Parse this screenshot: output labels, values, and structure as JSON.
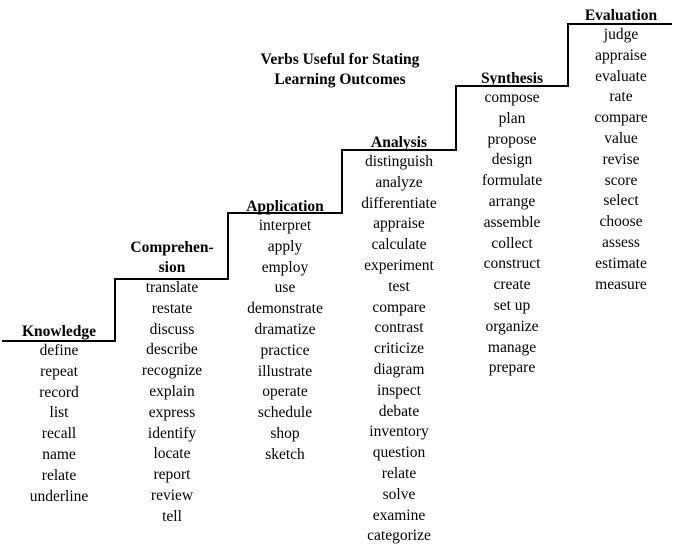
{
  "title_lines": [
    "Verbs Useful for Stating",
    "Learning Outcomes"
  ],
  "levels": [
    {
      "heading": "Knowledge",
      "verbs": [
        "define",
        "repeat",
        "record",
        "list",
        "recall",
        "name",
        "relate",
        "underline"
      ]
    },
    {
      "heading_lines": [
        "Comprehen-",
        "sion"
      ],
      "verbs": [
        "translate",
        "restate",
        "discuss",
        "describe",
        "recognize",
        "explain",
        "express",
        "identify",
        "locate",
        "report",
        "review",
        "tell"
      ]
    },
    {
      "heading": "Application",
      "verbs": [
        "interpret",
        "apply",
        "employ",
        "use",
        "demonstrate",
        "dramatize",
        "practice",
        "illustrate",
        "operate",
        "schedule",
        "shop",
        "sketch"
      ]
    },
    {
      "heading": "Analysis",
      "verbs": [
        "distinguish",
        "analyze",
        "differentiate",
        "appraise",
        "calculate",
        "experiment",
        "test",
        "compare",
        "contrast",
        "criticize",
        "diagram",
        "inspect",
        "debate",
        "inventory",
        "question",
        "relate",
        "solve",
        "examine",
        "categorize"
      ]
    },
    {
      "heading": "Synthesis",
      "verbs": [
        "compose",
        "plan",
        "propose",
        "design",
        "formulate",
        "arrange",
        "assemble",
        "collect",
        "construct",
        "create",
        "set up",
        "organize",
        "manage",
        "prepare"
      ]
    },
    {
      "heading": "Evaluation",
      "verbs": [
        "judge",
        "appraise",
        "evaluate",
        "rate",
        "compare",
        "value",
        "revise",
        "score",
        "select",
        "choose",
        "assess",
        "estimate",
        "measure"
      ]
    }
  ]
}
